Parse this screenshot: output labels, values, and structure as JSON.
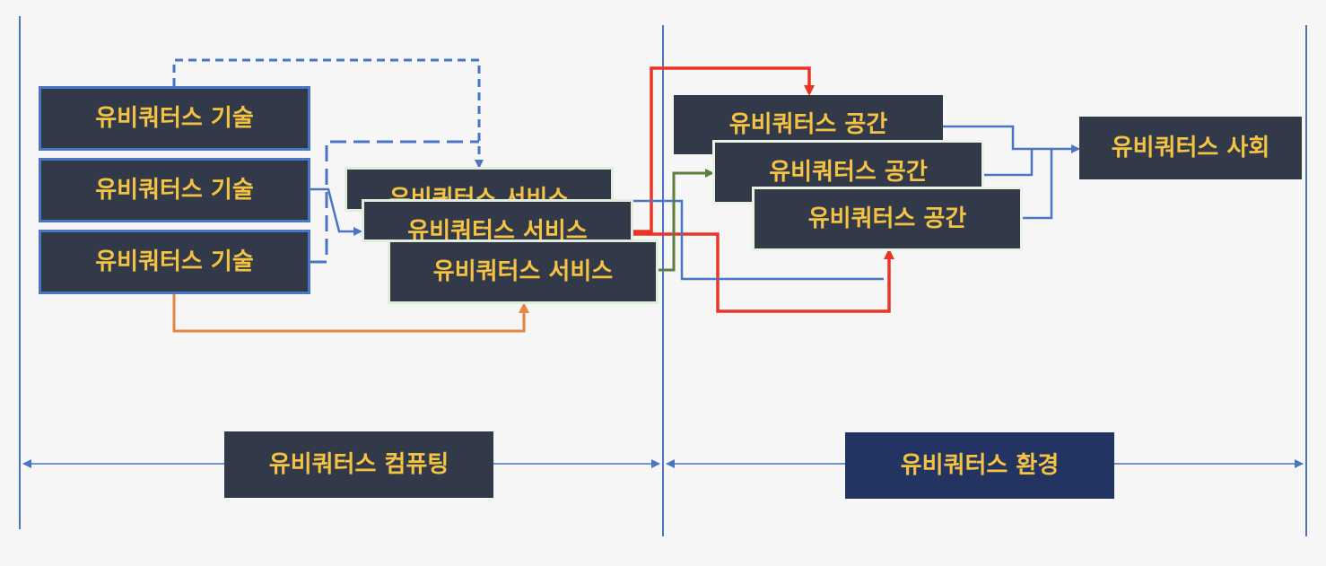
{
  "diagram": {
    "tech_boxes": [
      {
        "label": "유비쿼터스 기술"
      },
      {
        "label": "유비쿼터스 기술"
      },
      {
        "label": "유비쿼터스 기술"
      }
    ],
    "service_boxes": [
      {
        "label": "유비쿼터스 서비스"
      },
      {
        "label": "유비쿼터스 서비스"
      },
      {
        "label": "유비쿼터스 서비스"
      }
    ],
    "space_boxes": [
      {
        "label": "유비쿼터스 공간"
      },
      {
        "label": "유비쿼터스 공간"
      },
      {
        "label": "유비쿼터스 공간"
      }
    ],
    "society_box": {
      "label": "유비쿼터스 사회"
    },
    "computing_label": "유비쿼터스 컴퓨팅",
    "environment_label": "유비쿼터스 환경",
    "colors": {
      "box_fill": "#323a4a",
      "env_fill": "#243462",
      "text": "#f5c343",
      "blue": "#4a74c4",
      "red": "#e83525",
      "orange": "#e28743",
      "green": "#5b7f3c"
    }
  }
}
